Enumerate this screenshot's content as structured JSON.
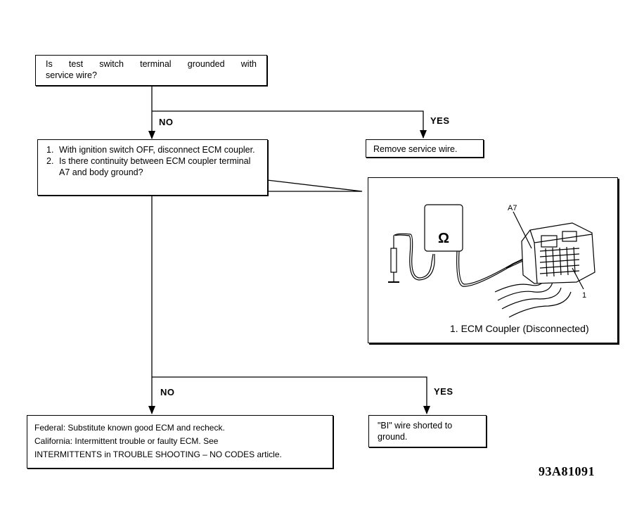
{
  "decision1": {
    "question": [
      "Is test switch terminal grounded with",
      "service wire?"
    ]
  },
  "decision1_no": {
    "label": "NO"
  },
  "decision1_yes": {
    "label": "YES",
    "action": "Remove service wire."
  },
  "step2": {
    "items": [
      {
        "num": "1.",
        "text": "With ignition switch OFF, disconnect ECM coupler."
      },
      {
        "num": "2.",
        "text": "Is there continuity between ECM coupler terminal A7 and body ground?"
      }
    ]
  },
  "illustration": {
    "ohm_symbol": "Ω",
    "terminal_label": "A7",
    "callout_number": "1",
    "caption": "1. ECM Coupler (Disconnected)"
  },
  "decision2_no": {
    "label": "NO",
    "lines": [
      "Federal: Substitute known good ECM and recheck.",
      "California: Intermittent trouble or faulty ECM. See",
      "INTERMITTENTS in TROUBLE SHOOTING  –  NO CODES article."
    ]
  },
  "decision2_yes": {
    "label": "YES",
    "lines": [
      "\"BI\" wire shorted to",
      "ground."
    ]
  },
  "figure_ref": "93A81091"
}
